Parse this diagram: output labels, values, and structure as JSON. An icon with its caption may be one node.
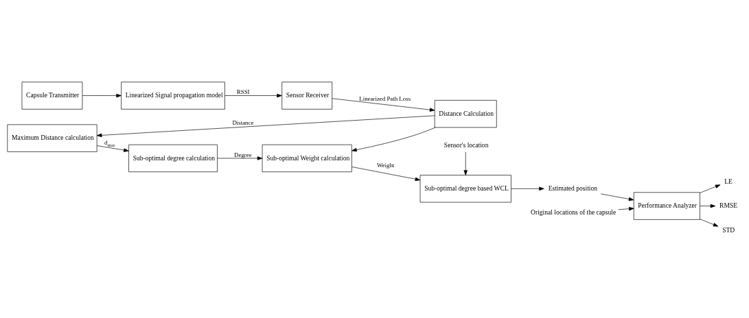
{
  "diagram": {
    "nodes": [
      {
        "text": [
          "Capsule Transmitter"
        ]
      },
      {
        "text": [
          "Linearized Signal propagation model"
        ]
      },
      {
        "text": [
          "Sensor Receiver"
        ]
      },
      {
        "text": [
          "Distance Calculation"
        ]
      },
      {
        "text": [
          "Maximum Distance calculation"
        ]
      },
      {
        "text": [
          "Sub-optimal degree calculation"
        ]
      },
      {
        "text": [
          "Sub-optimal Weight calculation"
        ]
      },
      {
        "text": [
          "Sub-optimal degree based WCL"
        ]
      },
      {
        "text": [
          "Estimated position"
        ]
      },
      {
        "text": [
          "Performance Analyzer"
        ]
      },
      {
        "text": [
          "Sensor's location"
        ]
      },
      {
        "text": [
          "Original locations of the capsule"
        ]
      },
      {
        "text": [
          "LE"
        ]
      },
      {
        "text": [
          "RMSE"
        ]
      },
      {
        "text": [
          "STD"
        ]
      }
    ],
    "edges": [
      {
        "from": 0,
        "to": 1,
        "arrow": "to"
      },
      {
        "from": 1,
        "to": 2,
        "arrow": "to",
        "label": "RSSI"
      },
      {
        "from": 2,
        "to": 3,
        "arrow": "to",
        "label": "Linearized Path Loss"
      },
      {
        "from": 3,
        "to": 4,
        "arrow": "to",
        "label": "Distance"
      },
      {
        "from": 3,
        "to": 6,
        "arrow": "to"
      },
      {
        "from": 4,
        "to": 5,
        "arrow": "to",
        "label": "d$_{max}$"
      },
      {
        "from": 5,
        "to": 6,
        "arrow": "to",
        "label": "Degree"
      },
      {
        "from": 6,
        "to": 7,
        "arrow": "to",
        "label": "Weight"
      },
      {
        "from": 7,
        "to": 8,
        "arrow": "to"
      },
      {
        "from": 8,
        "to": 9,
        "arrow": "to"
      },
      {
        "from": 10,
        "to": 7,
        "arrow": "to"
      },
      {
        "from": 11,
        "to": 9,
        "arrow": "to"
      },
      {
        "from": 9,
        "to": 12,
        "arrow": "to"
      },
      {
        "from": 9,
        "to": 13,
        "arrow": "to"
      },
      {
        "from": 9,
        "to": 14,
        "arrow": "to"
      }
    ]
  }
}
